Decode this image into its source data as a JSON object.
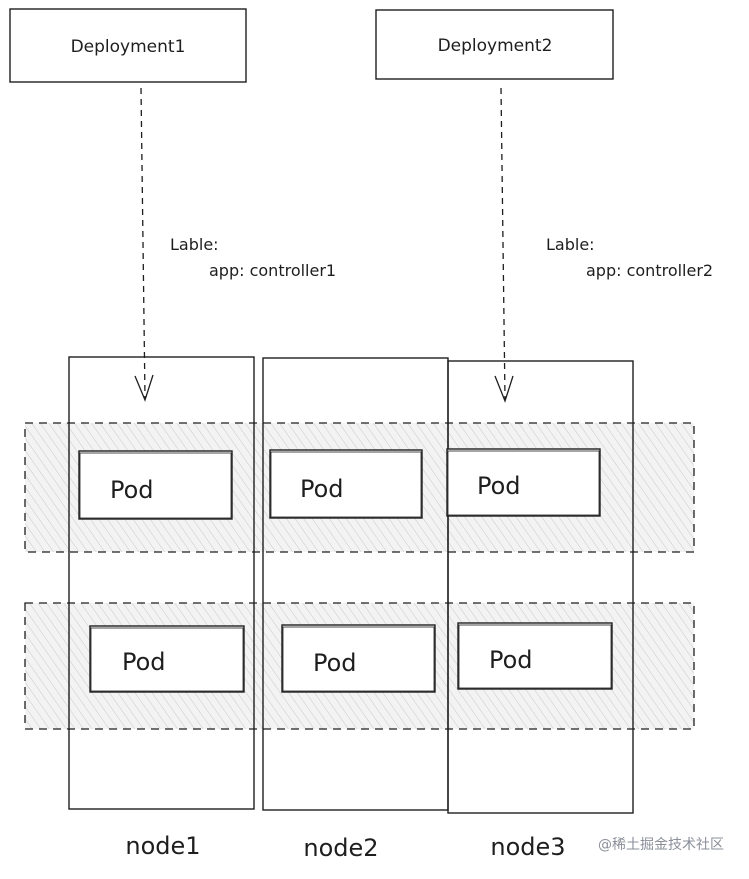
{
  "diagram": {
    "deployments": [
      {
        "label": "Deployment1",
        "label_key": "Lable:",
        "label_value": "app: controller1"
      },
      {
        "label": "Deployment2",
        "label_key": "Lable:",
        "label_value": "app: controller2"
      }
    ],
    "nodes": [
      {
        "label": "node1"
      },
      {
        "label": "node2"
      },
      {
        "label": "node3"
      }
    ],
    "pod_rows": [
      {
        "pods": [
          "Pod",
          "Pod",
          "Pod"
        ]
      },
      {
        "pods": [
          "Pod",
          "Pod",
          "Pod"
        ]
      }
    ],
    "colors": {
      "stroke": "#1e1e1e",
      "hatch": "#c9c9c9",
      "band_fill": "#f2f2f2"
    }
  },
  "watermark": {
    "text": "@稀土掘金技术社区"
  }
}
